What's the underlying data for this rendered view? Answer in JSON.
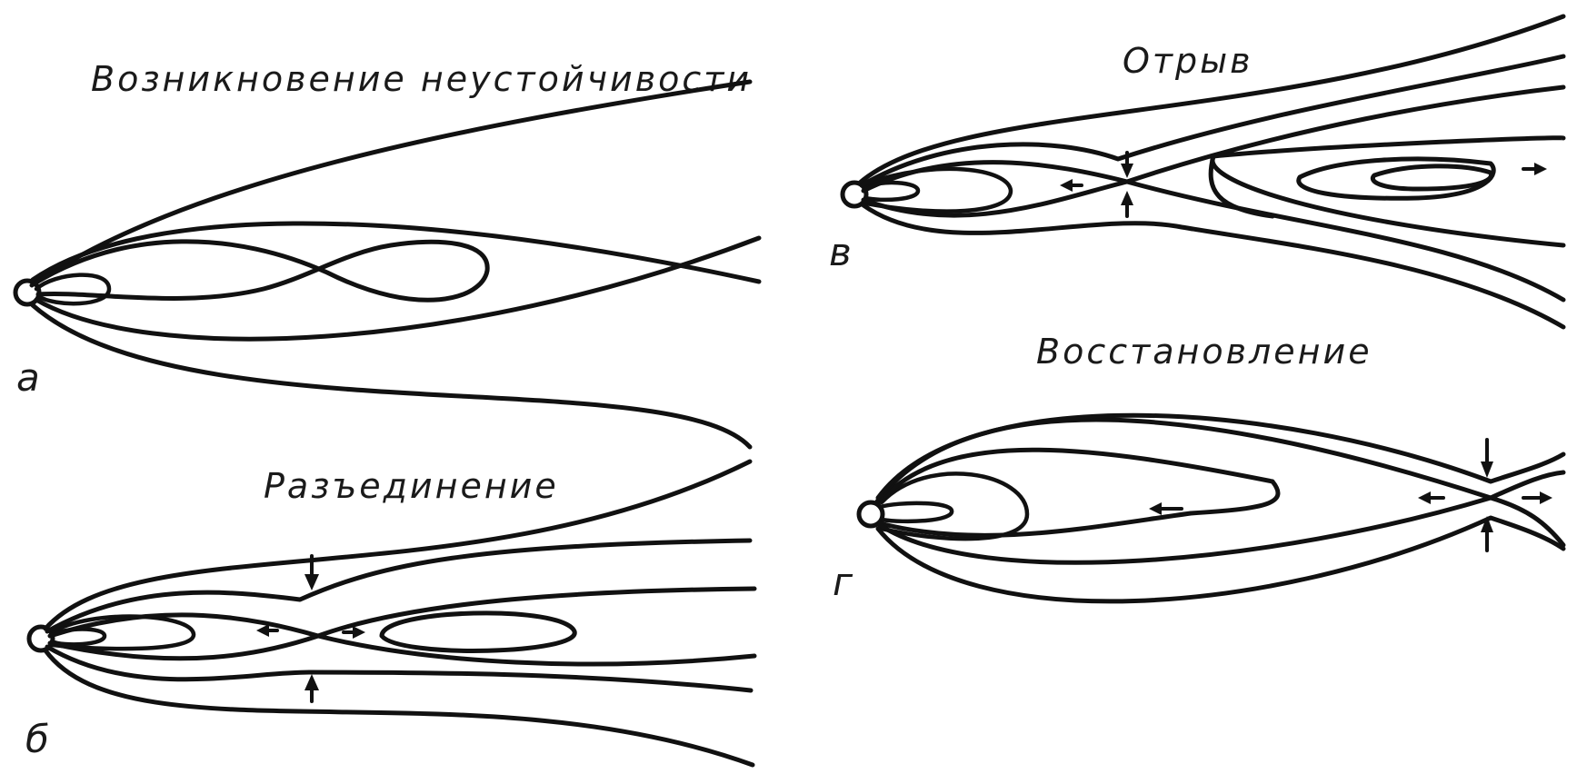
{
  "panels": {
    "a": {
      "letter": "а",
      "title": "Возникновение неустойчивости"
    },
    "b": {
      "letter": "б",
      "title": "Разъединение"
    },
    "v": {
      "letter": "в",
      "title": "Отрыв"
    },
    "g": {
      "letter": "г",
      "title": "Восстановление"
    }
  },
  "colors": {
    "ink": "#111111",
    "background": "#ffffff"
  }
}
